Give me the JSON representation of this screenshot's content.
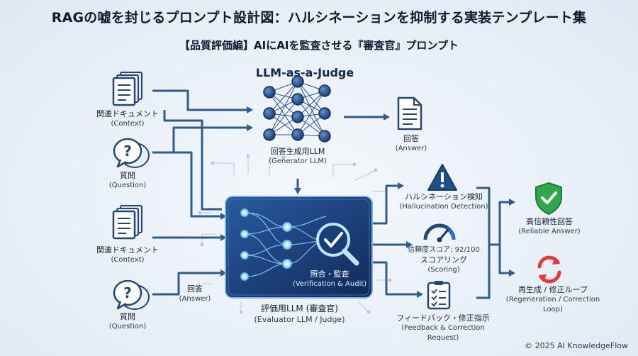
{
  "header": {
    "title": "RAGの嘘を封じるプロンプト設計図：ハルシネーションを抑制する実装テンプレート集",
    "subtitle": "【品質評価編】AIにAIを監査させる『審査官』プロンプト",
    "judge_heading": "LLM-as-a-Judge"
  },
  "inputs_top": {
    "context": {
      "label": "関連ドキュメント",
      "sub": "(Context)",
      "icon": "document-stack-icon"
    },
    "question": {
      "label": "質問",
      "sub": "(Question)",
      "icon": "question-bubble-icon"
    }
  },
  "generator": {
    "label": "回答生成用LLM",
    "sub": "(Generator LLM)",
    "icon": "neural-network-icon"
  },
  "answer_output": {
    "label": "回答",
    "sub": "(Answer)",
    "icon": "document-icon"
  },
  "inputs_bottom": {
    "context": {
      "label": "関連ドキュメント",
      "sub": "(Context)",
      "icon": "document-stack-icon"
    },
    "question": {
      "label": "質問",
      "sub": "(Question)",
      "icon": "question-bubble-icon"
    },
    "answer": {
      "label": "回答",
      "sub": "(Answer)"
    }
  },
  "evaluator": {
    "box_label": "照合・監査",
    "box_sub": "(Verification & Audit)",
    "label": "評価用LLM (審査官)",
    "sub": "(Evaluator LLM / Judge)",
    "icon": "magnifier-check-icon"
  },
  "outputs": {
    "hallucination": {
      "label": "ハルシネーション検知",
      "sub": "(Hallucination Detection)",
      "icon": "warning-icon"
    },
    "scoring": {
      "score_text": "信頼度スコア: 92/100",
      "label": "スコアリング",
      "sub": "(Scoring)",
      "icon": "gauge-icon"
    },
    "feedback": {
      "label": "フィードバック・修正指示",
      "sub": "(Feedback & Correction Request)",
      "icon": "clipboard-icon"
    }
  },
  "results": {
    "reliable": {
      "label": "高信頼性回答",
      "sub": "(Reliable Answer)",
      "icon": "shield-check-icon"
    },
    "regeneration": {
      "label": "再生成 / 修正ループ",
      "sub": "(Regeneration / Correction Loop)",
      "icon": "refresh-icon"
    }
  },
  "footer": {
    "copyright": "© 2025 AI KnowledgeFlow"
  },
  "colors": {
    "arrow": "#2f5c8f",
    "panel": "#1c3e7a",
    "glow": "#7fd0ff",
    "warning": "#1f4f8a",
    "shield": "#2ea84a",
    "refresh": "#e2393b"
  }
}
